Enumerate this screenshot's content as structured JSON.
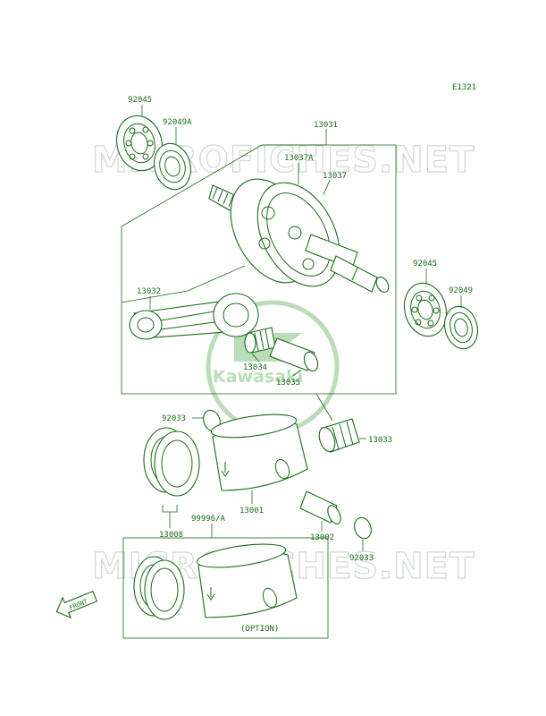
{
  "diagram_code": "E1321",
  "watermark": "MICROFICHES.NET",
  "logo_text": "Kawasaki",
  "front_label": "FRONT",
  "option_label": "(OPTION)",
  "colors": {
    "line": "#1a6b1a",
    "watermark": "#cfd8cf",
    "logo": "#b9dcb9"
  },
  "labels": {
    "p92045_top": "92045",
    "p92049A": "92049A",
    "p13031": "13031",
    "p13037A": "13037A",
    "p13037": "13037",
    "p92045_right": "92045",
    "p92049": "92049",
    "p13032": "13032",
    "p13034": "13034",
    "p13035": "13035",
    "p92033_top": "92033",
    "p13033": "13033",
    "p13001": "13001",
    "p13008": "13008",
    "p99996A": "99996/A",
    "p13002": "13002",
    "p92033_bottom": "92033"
  }
}
